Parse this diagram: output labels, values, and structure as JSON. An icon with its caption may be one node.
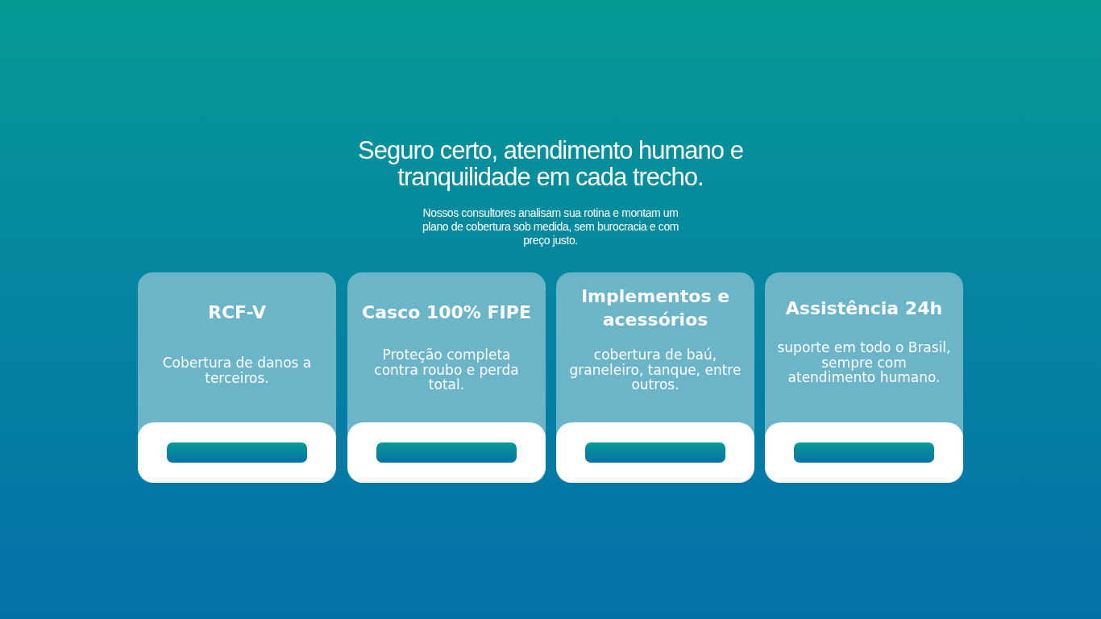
{
  "diagram": {
    "title": "Seguro certo, atendimento humano e tranquilidade em cada trecho.",
    "nodes": [
      {
        "text": [
          "RCF-V",
          "Cobertura de danos a terceiros."
        ]
      },
      {
        "text": [],
        "shape": "box",
        "in": 0
      },
      {
        "text": [
          "Casco 100% FIPE",
          "Proteção completa contra roubo e perda total."
        ]
      },
      {
        "text": [],
        "shape": "box",
        "in": 2
      },
      {
        "text": [
          "Implementos e acessórios",
          "cobertura de baú, graneleiro, tanque, entre outros."
        ]
      },
      {
        "text": [],
        "shape": "box",
        "in": 4
      },
      {
        "text": [
          "Assistência 24h",
          "suporte em todo o Brasil, sempre com atendimento humano."
        ]
      },
      {
        "text": [],
        "shape": "box",
        "in": 6
      }
    ],
    "edges": [],
    "labels": [
      "Nossos consultores analisam sua rotina e montam um plano de cobertura sob medida, sem burocracia e com preço justo."
    ]
  }
}
